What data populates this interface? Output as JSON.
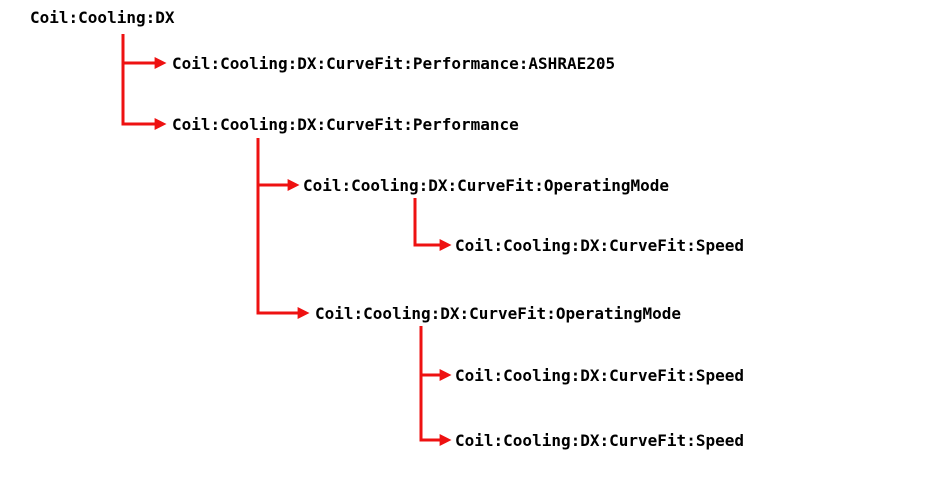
{
  "diagram": {
    "description": "Object hierarchy tree for Coil:Cooling:DX",
    "connector_color": "#ee1111",
    "text_color": "#000000",
    "tree": {
      "label": "Coil:Cooling:DX",
      "children": [
        {
          "label": "Coil:Cooling:DX:CurveFit:Performance:ASHRAE205",
          "children": []
        },
        {
          "label": "Coil:Cooling:DX:CurveFit:Performance",
          "children": [
            {
              "label": "Coil:Cooling:DX:CurveFit:OperatingMode",
              "children": [
                {
                  "label": "Coil:Cooling:DX:CurveFit:Speed",
                  "children": []
                }
              ]
            },
            {
              "label": "Coil:Cooling:DX:CurveFit:OperatingMode",
              "children": [
                {
                  "label": "Coil:Cooling:DX:CurveFit:Speed",
                  "children": []
                },
                {
                  "label": "Coil:Cooling:DX:CurveFit:Speed",
                  "children": []
                }
              ]
            }
          ]
        }
      ]
    }
  }
}
